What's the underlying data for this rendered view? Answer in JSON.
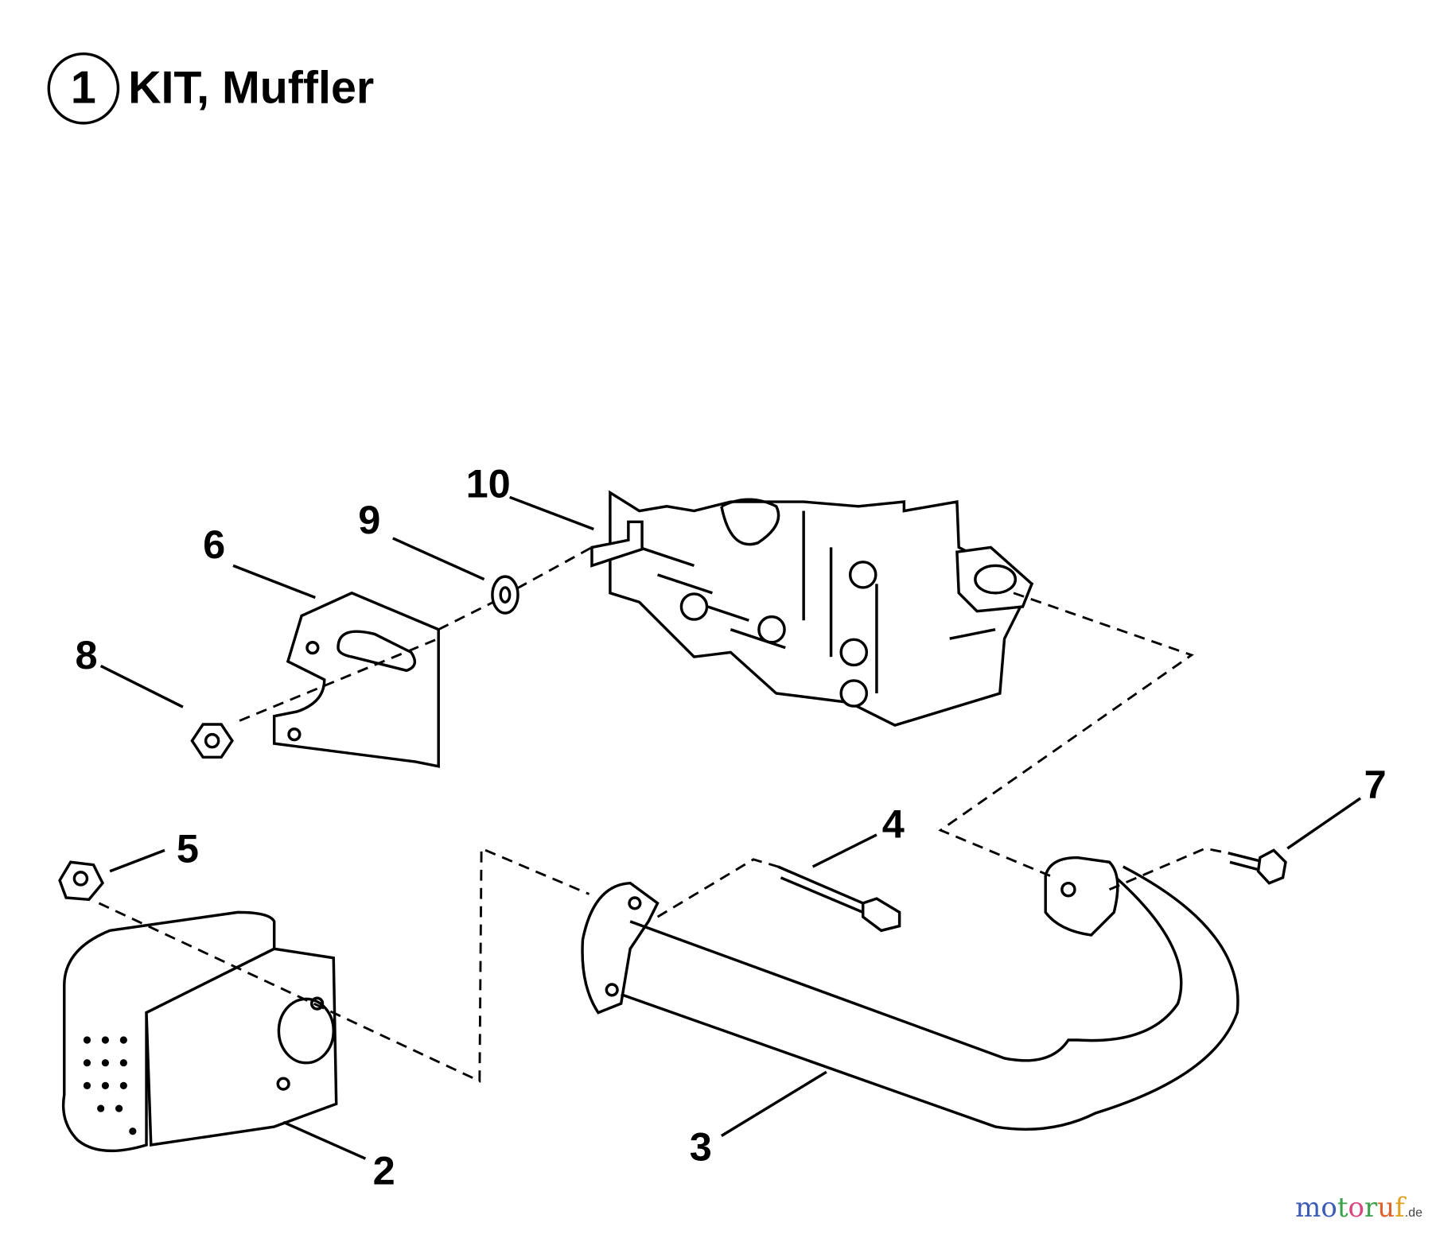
{
  "title": {
    "number": "1",
    "text": "KIT, Muffler"
  },
  "callouts": {
    "p2": "2",
    "p3": "3",
    "p4": "4",
    "p5": "5",
    "p6": "6",
    "p7": "7",
    "p8": "8",
    "p9": "9",
    "p10": "10"
  },
  "watermark": {
    "letters": [
      "m",
      "o",
      "t",
      "o",
      "r",
      "u",
      "f"
    ],
    "suffix": ".de",
    "colors": [
      "#3b5bb5",
      "#3b5bb5",
      "#3aa04a",
      "#d9457f",
      "#3aa04a",
      "#e0622a",
      "#e0a020"
    ]
  }
}
